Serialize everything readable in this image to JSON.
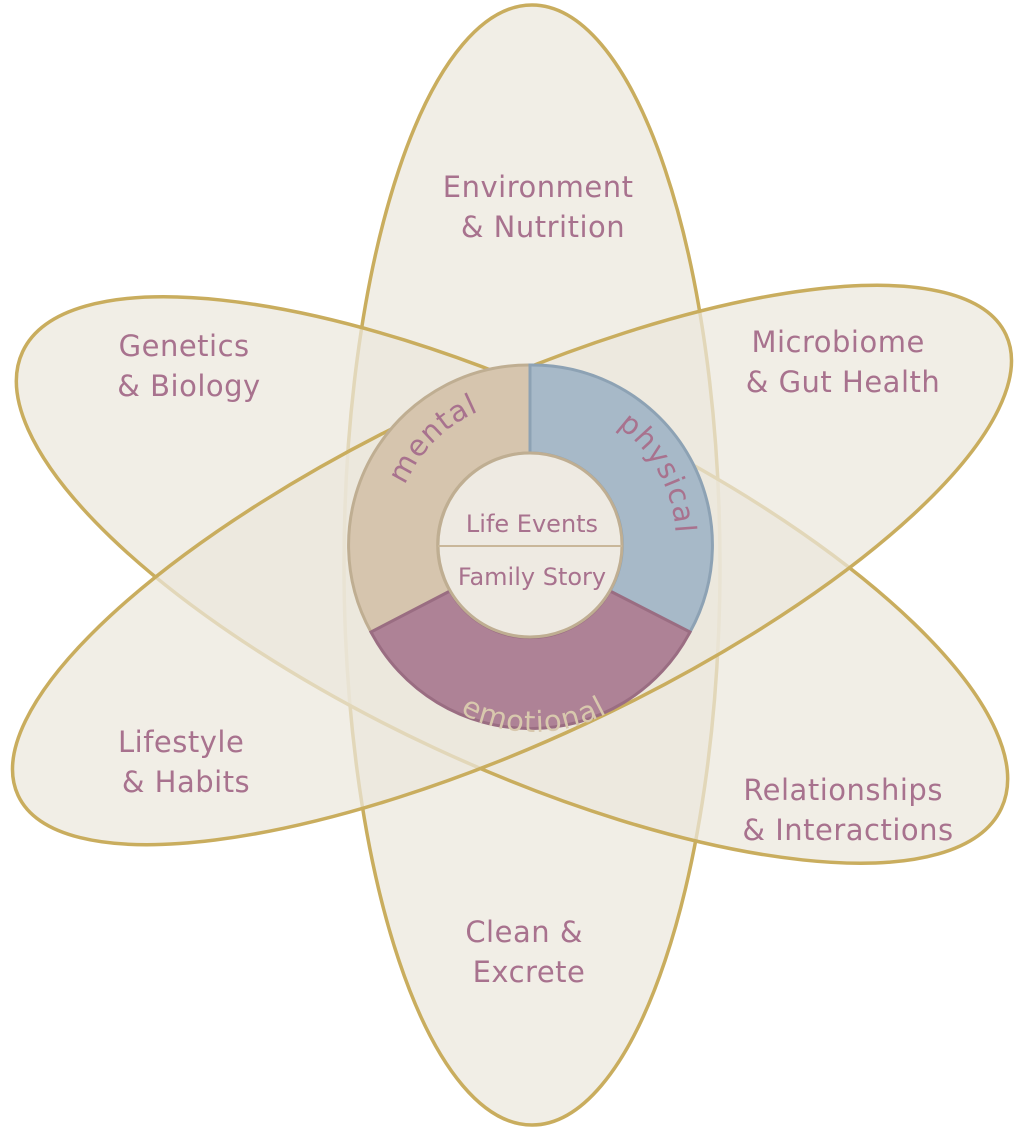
{
  "colors": {
    "label_text": "#a8728e",
    "petal_fill": "#ece7dc",
    "petal_stroke": "#c9ad5e",
    "segment_mental": "#d6c5ae",
    "segment_mental_stroke": "#bfae92",
    "segment_physical": "#a7b9c8",
    "segment_physical_stroke": "#8da2b4",
    "segment_emotional": "#ae8296",
    "segment_emotional_stroke": "#9a6d82",
    "ring_label_mental": "#a8728e",
    "ring_label_physical": "#a8728e",
    "ring_label_emotional": "#d8c8ad",
    "center_fill": "#eeeae2",
    "center_divider": "#c9b79a"
  },
  "outer_labels": {
    "environment": [
      "Environment",
      "& Nutrition"
    ],
    "microbiome": [
      "Microbiome",
      "& Gut Health"
    ],
    "relationships": [
      "Relationships",
      "& Interactions"
    ],
    "clean": [
      "Clean &",
      "Excrete"
    ],
    "lifestyle": [
      "Lifestyle",
      "& Habits"
    ],
    "genetics": [
      "Genetics",
      "& Biology"
    ]
  },
  "ring": {
    "mental": "mental",
    "physical": "physical",
    "emotional": "emotional"
  },
  "center": {
    "top": "Life Events",
    "bottom": "Family Story"
  }
}
